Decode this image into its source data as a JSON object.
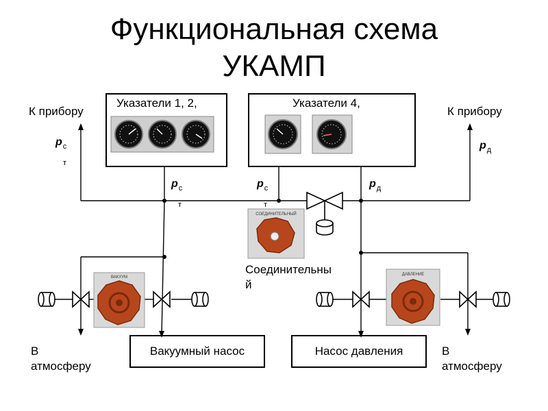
{
  "title": {
    "line1": "Функциональная схема",
    "line2": "УКАМП"
  },
  "indicator_boxes": {
    "left_label": "Указатели 1, 2,",
    "right_label": "Указатели 4,"
  },
  "labels": {
    "to_device_left": "К прибору",
    "to_device_right": "К прибору",
    "connecting": "Соединительны",
    "connecting_tail": "й",
    "to_atmosphere_left_1": "В",
    "to_atmosphere_left_2": "атмосферу",
    "to_atmosphere_right_1": "В",
    "to_atmosphere_right_2": "атмосферу"
  },
  "pressure_symbols": {
    "p": "р",
    "st_sub_top": "с",
    "st_sub_bottom": "т",
    "d_sub": "д"
  },
  "pumps": {
    "vacuum": "Вакуумный насос",
    "pressure": "Насос давления"
  },
  "knob_plates": {
    "vacuum": "ВАКУУМ",
    "pressure": "ДАВЛЕНИЕ",
    "connecting": "СОЕДИНИТЕЛЬНЫЙ"
  },
  "colors": {
    "line": "#000000",
    "knob": "#b8461c",
    "knob_dark": "#7a2a0c",
    "panel": "#e6e6e6",
    "gauge_face": "#111111"
  }
}
